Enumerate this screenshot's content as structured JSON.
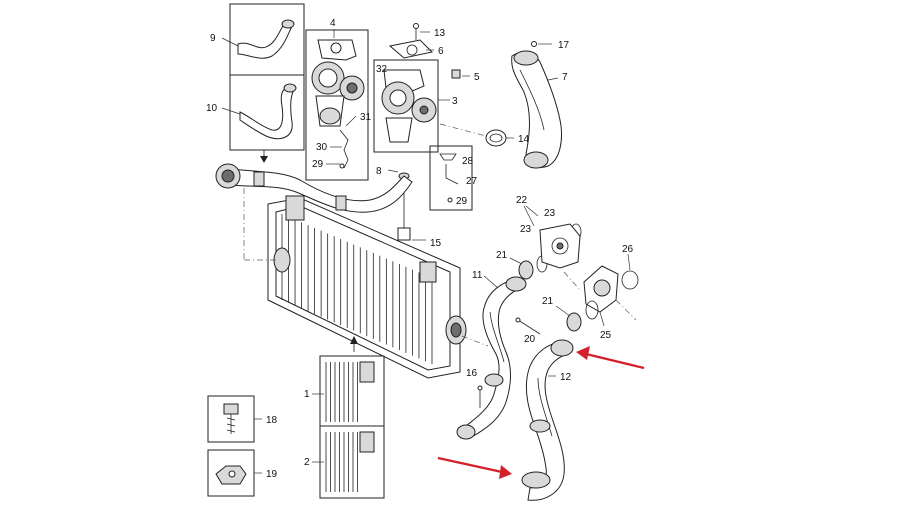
{
  "diagram": {
    "callouts": {
      "c1": "1",
      "c2": "2",
      "c3": "3",
      "c4": "4",
      "c5": "5",
      "c6": "6",
      "c7": "7",
      "c8": "8",
      "c9": "9",
      "c10": "10",
      "c11": "11",
      "c12": "12",
      "c13": "13",
      "c14": "14",
      "c15": "15",
      "c16": "16",
      "c17": "17",
      "c18": "18",
      "c19": "19",
      "c20": "20",
      "c21a": "21",
      "c21b": "21",
      "c22": "22",
      "c23a": "23",
      "c23b": "23",
      "c25": "25",
      "c26": "26",
      "c27": "27",
      "c28": "28",
      "c29a": "29",
      "c29b": "29",
      "c30": "30",
      "c31": "31",
      "c32": "32"
    },
    "highlight_color": "#d4202a",
    "highlighted_parts": [
      "12"
    ]
  }
}
